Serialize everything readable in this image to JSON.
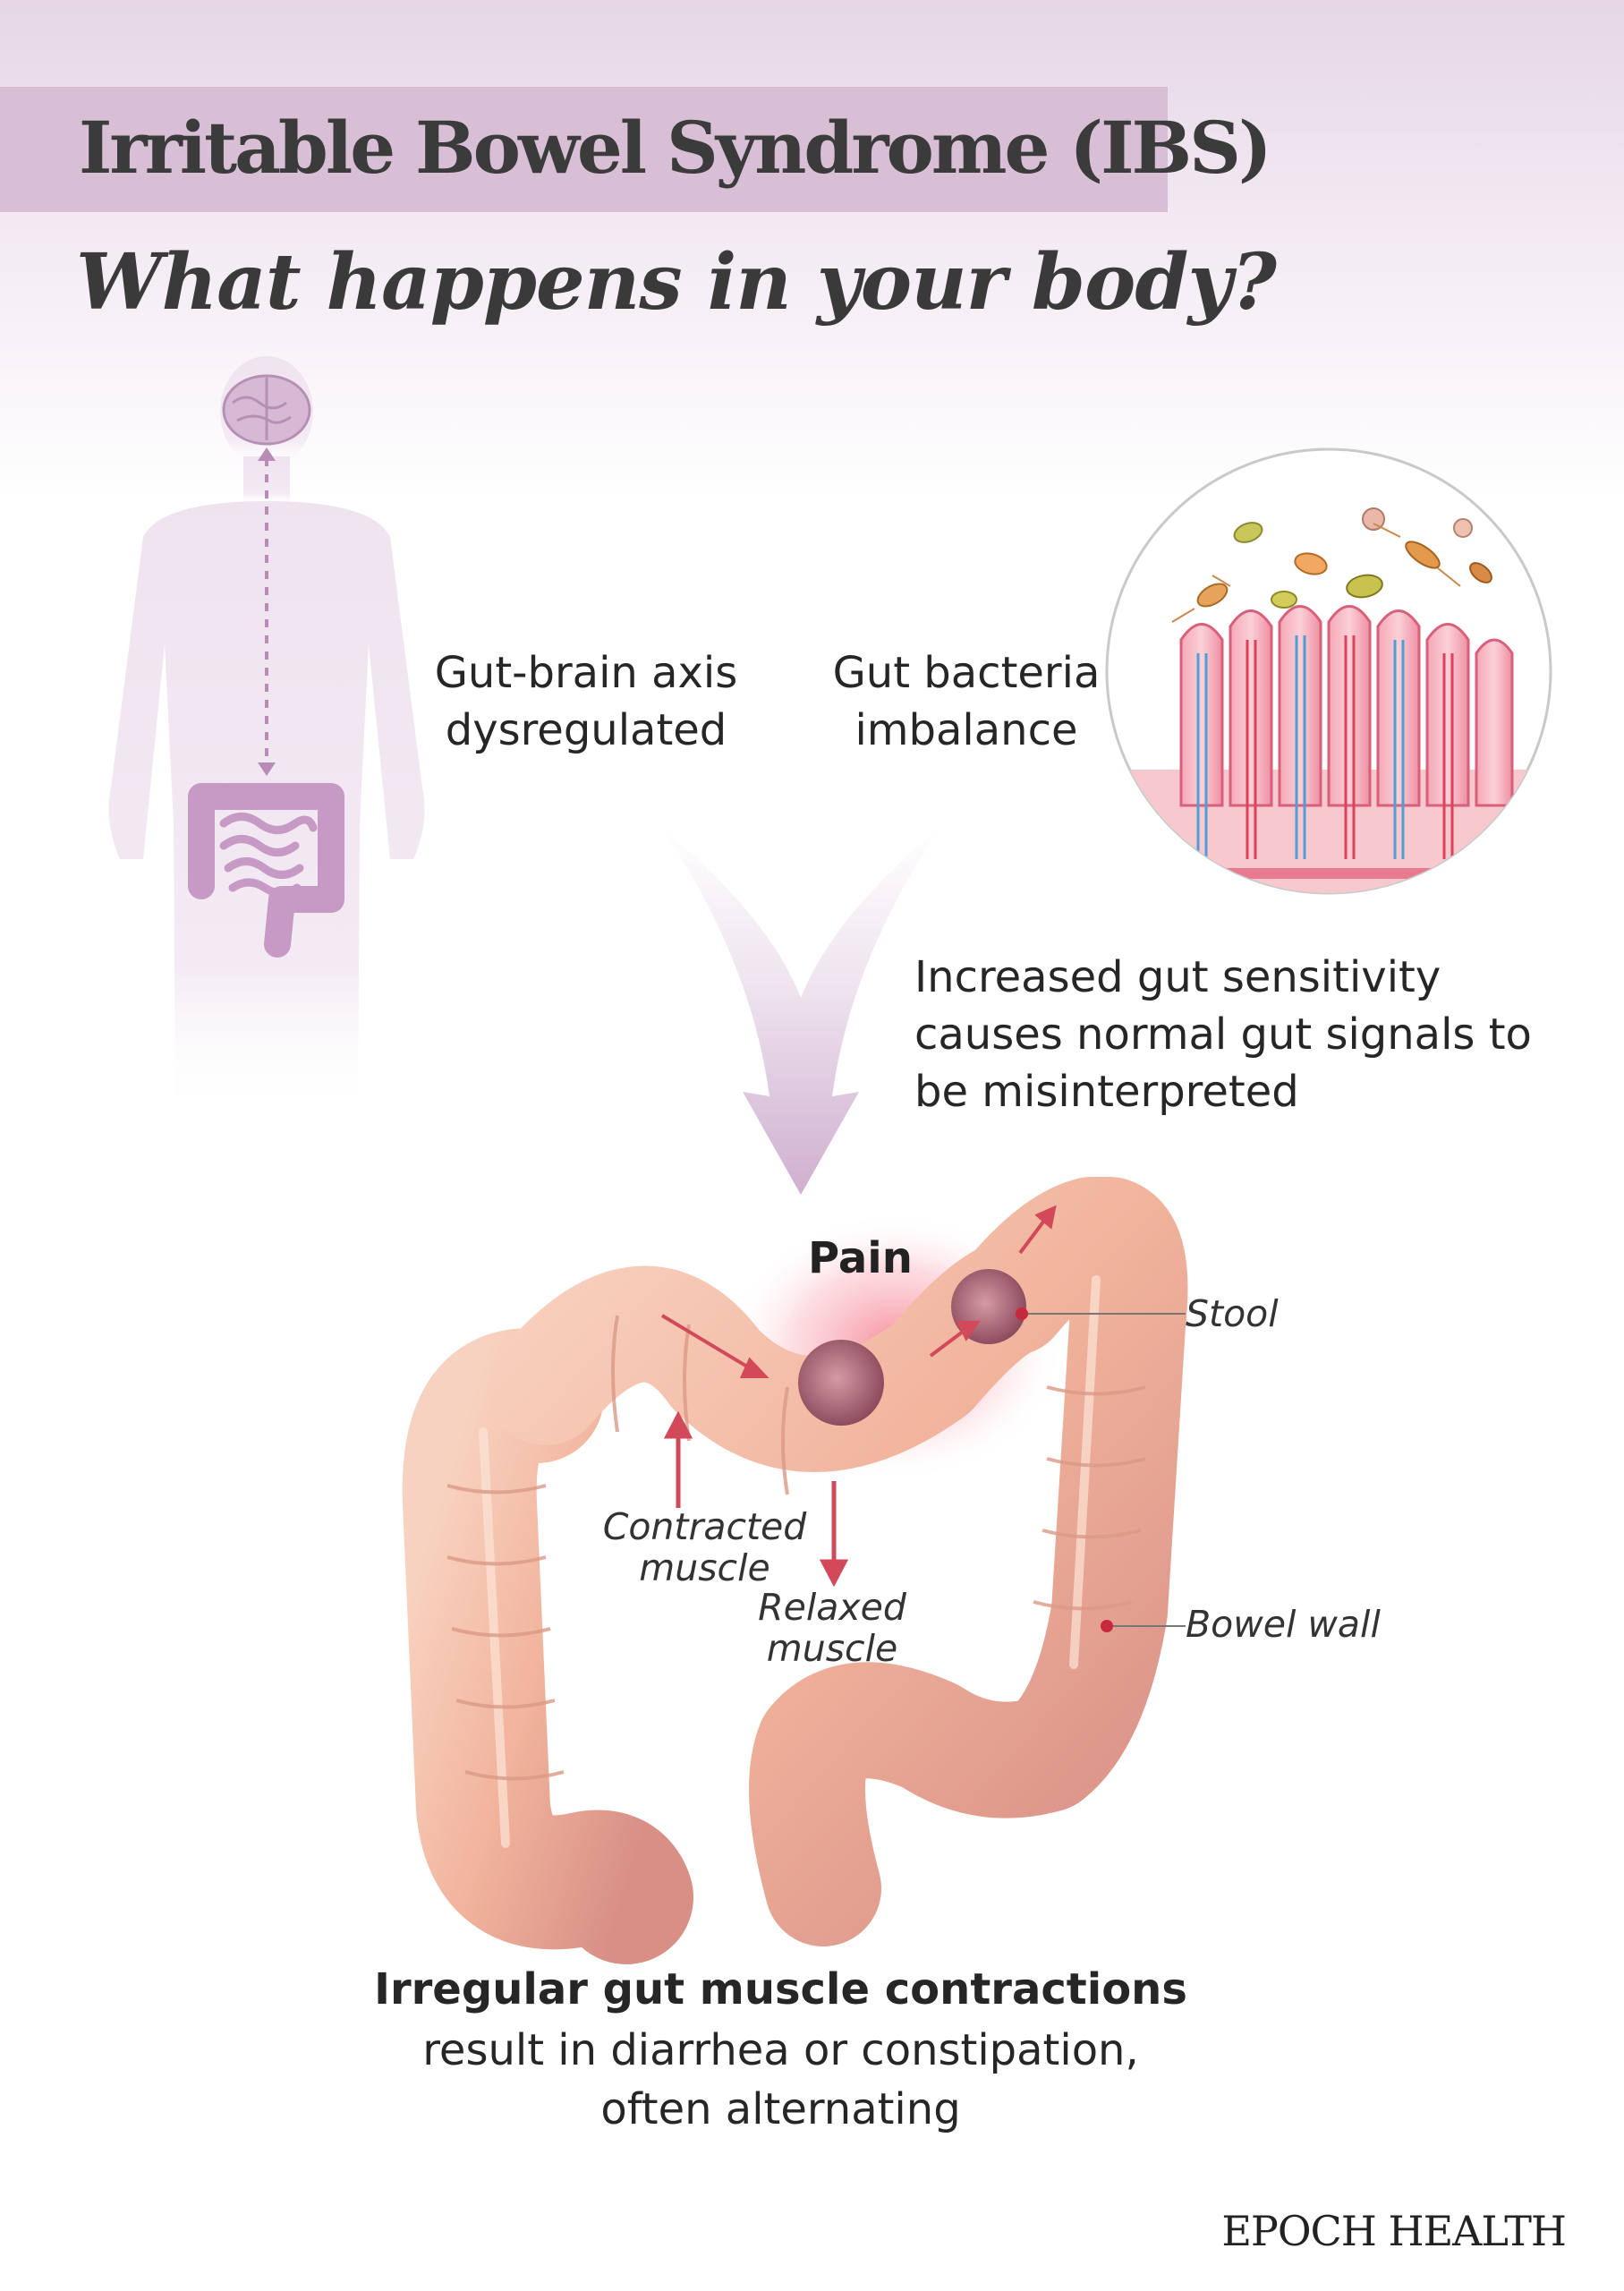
{
  "title": "Irritable Bowel Syndrome (IBS)",
  "subtitle": "What happens in your body?",
  "labels": {
    "gut_brain_line1": "Gut-brain axis",
    "gut_brain_line2": "dysregulated",
    "bacteria_line1": "Gut bacteria",
    "bacteria_line2": "imbalance",
    "sensitivity_line1": "Increased gut sensitivity",
    "sensitivity_line2": "causes normal gut signals to",
    "sensitivity_line3": "be misinterpreted",
    "pain": "Pain",
    "stool": "Stool",
    "bowel_wall": "Bowel wall",
    "contracted_line1": "Contracted",
    "contracted_line2": "muscle",
    "relaxed_line1": "Relaxed",
    "relaxed_line2": "muscle"
  },
  "bottom": {
    "heading": "Irregular gut muscle contractions",
    "line1": "result in diarrhea or constipation,",
    "line2": "often alternating"
  },
  "brand": "EPOCH HEALTH",
  "colors": {
    "title_band": "#d9bfd6",
    "silhouette": "#efe4ef",
    "intestine_icon": "#c79ac6",
    "arrow": "#d8bfd8",
    "colon": "#f0b8a2",
    "pain_glow": "#f46a7d",
    "pointer": "#c8283c"
  }
}
